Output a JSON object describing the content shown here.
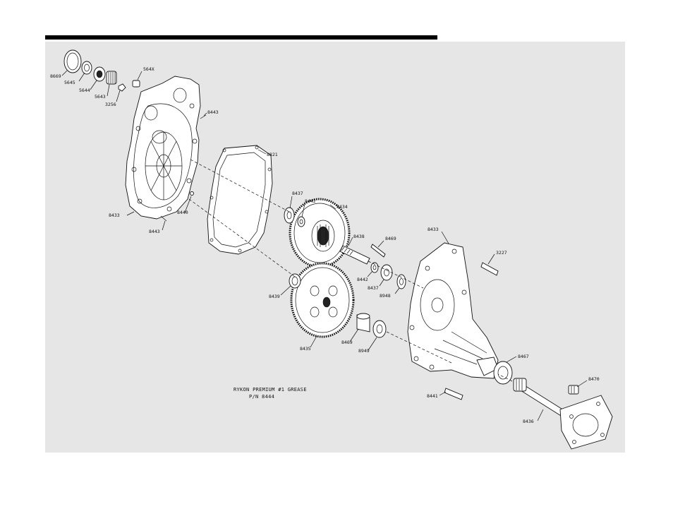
{
  "labels": {
    "p8669": "8669",
    "p5645": "5645",
    "p5644": "5644",
    "p5643": "5643",
    "p3256": "3256",
    "p564x": "564X",
    "p8443a": "8443",
    "p8433a": "8433",
    "p8440": "8440",
    "p8443b": "8443",
    "p8821": "8821",
    "p8437a": "8437",
    "p8442a": "8442",
    "p8434": "8434",
    "p8438": "8438",
    "p8469a": "8469",
    "p8442b": "8442",
    "p8437b": "8437",
    "p8948": "8948",
    "p8439": "8439",
    "p8435": "8435",
    "p8469b": "8469",
    "p8949": "8949",
    "p8433b": "8433",
    "p3227": "3227",
    "p8467": "8467",
    "p8441": "8441",
    "p8470": "8470",
    "p8436": "8436"
  },
  "note": {
    "line1": "RYKON PREMIUM #1 GREASE",
    "line2": "P/N 8444"
  },
  "colors": {
    "panel": "#e6e6e6",
    "ink": "#111111",
    "rule": "#000000"
  }
}
